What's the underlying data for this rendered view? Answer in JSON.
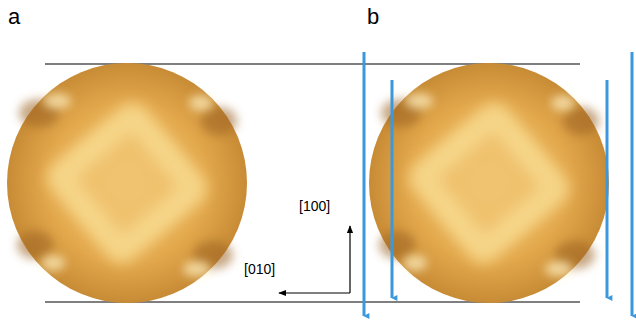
{
  "diagram": {
    "labels": [
      "a",
      "b",
      "[100]",
      "[010]"
    ]
  }
}
